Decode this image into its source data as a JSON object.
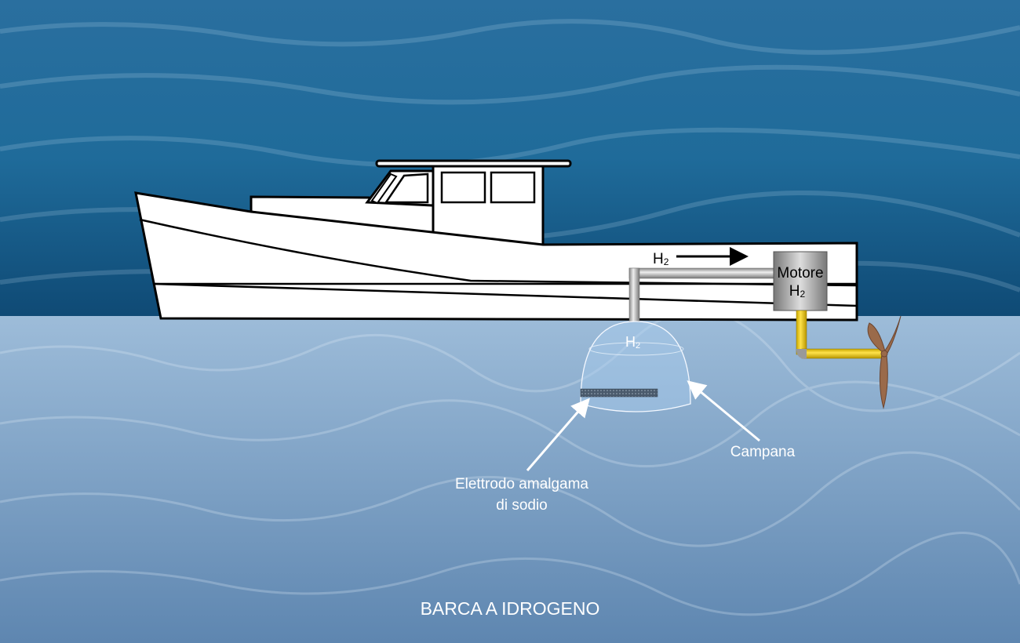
{
  "title": "BARCA A IDROGENO",
  "labels": {
    "pipe_gas": "H",
    "pipe_gas_sub": "2",
    "motor_line1": "Motore",
    "motor_line2": "H",
    "motor_sub": "2",
    "bell_gas": "H",
    "bell_gas_sub": "2",
    "campana": "Campana",
    "electrode_line1": "Elettrodo amalgama",
    "electrode_line2": "di sodio"
  },
  "colors": {
    "sea_top": "#1b5f8f",
    "underwater": "#7fa6cb",
    "shaft": "#f2d22e",
    "propeller": "#9a6a4a"
  }
}
